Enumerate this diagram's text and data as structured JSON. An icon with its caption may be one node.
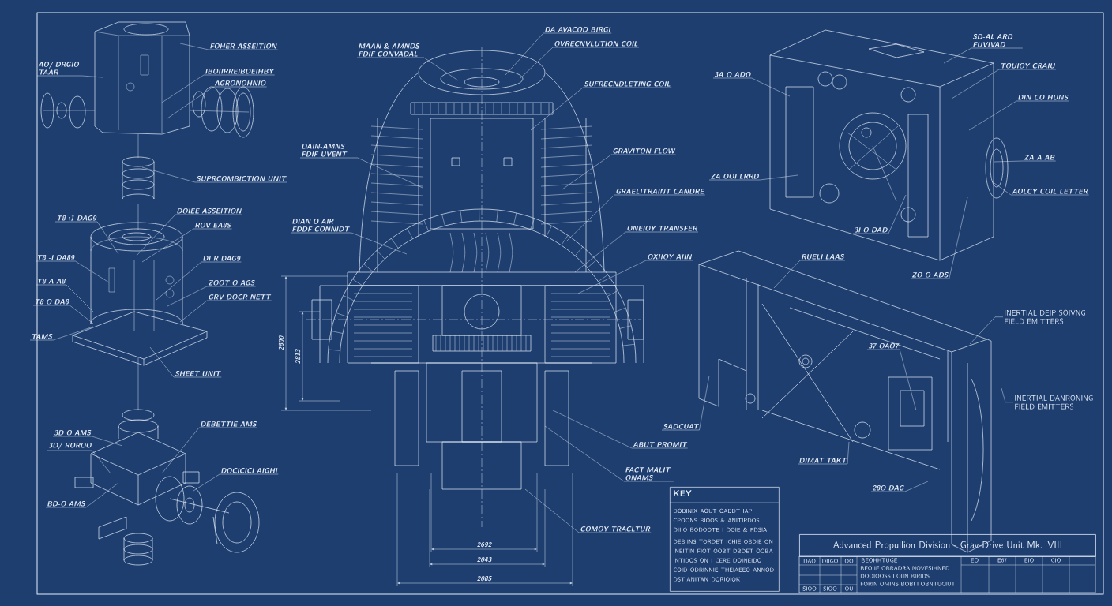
{
  "diagram": {
    "title": "Advanced Propullion Division - Grav-Drive Unit Mk. VIII",
    "nodes": [
      {
        "text": [
          "AO/ DRGIO TAAR"
        ]
      },
      {
        "text": [
          "FOHER ASSEITION"
        ]
      },
      {
        "text": [
          "IBOIIRREIBDEIHBY"
        ]
      },
      {
        "text": [
          "AGRONOHNIO"
        ]
      },
      {
        "text": [
          "SUPRCOMBICTION UNIT"
        ]
      },
      {
        "text": [
          "DOIEE ASSEITION"
        ]
      },
      {
        "text": [
          "ROV EA8S"
        ]
      },
      {
        "text": [
          "T8 :1 DAG9"
        ]
      },
      {
        "text": [
          "T8 -I DA89"
        ]
      },
      {
        "text": [
          "DI R DAG9"
        ]
      },
      {
        "text": [
          "T8 A A8"
        ]
      },
      {
        "text": [
          "ZOOT O AGS"
        ]
      },
      {
        "text": [
          "T8 O DA8"
        ]
      },
      {
        "text": [
          "GRV DOCR NETT"
        ]
      },
      {
        "text": [
          "TAMS"
        ]
      },
      {
        "text": [
          "SHEET UNIT"
        ]
      },
      {
        "text": [
          "3D O AMS"
        ]
      },
      {
        "text": [
          "3D/ ROROO"
        ]
      },
      {
        "text": [
          "BD-O AMS"
        ]
      },
      {
        "text": [
          "DEBETTIE AMS"
        ]
      },
      {
        "text": [
          "DOCICICI AIGHI"
        ]
      },
      {
        "text": [
          "MAAN & AMNDS FDIF CONVADAL"
        ]
      },
      {
        "text": [
          "DA AVACOD BIRGI"
        ]
      },
      {
        "text": [
          "OVRECNVLUTION COIL"
        ]
      },
      {
        "text": [
          "SUFRECNDLETING COIL"
        ]
      },
      {
        "text": [
          "DAIN-AMNS FDIF-UVENT"
        ]
      },
      {
        "text": [
          "GRAVITON FLOW"
        ]
      },
      {
        "text": [
          "GRAELITRAINT CANDRE"
        ]
      },
      {
        "text": [
          "DIAN O AIR FDDF CONNIDT"
        ]
      },
      {
        "text": [
          "ONEIOY TRANSFER"
        ]
      },
      {
        "text": [
          "OXIIOY AIIN"
        ]
      },
      {
        "text": [
          "ABUT PROMIT"
        ]
      },
      {
        "text": [
          "FACT MALIT ONAMS"
        ]
      },
      {
        "text": [
          "COMOY TRACLTUR"
        ]
      },
      {
        "text": [
          "SD-AL ARD FUVIVAD"
        ]
      },
      {
        "text": [
          "TOUIOY CRAIU"
        ]
      },
      {
        "text": [
          "DIN CO HUNS"
        ]
      },
      {
        "text": [
          "3A O ADO"
        ]
      },
      {
        "text": [
          "ZA OOI LRRD"
        ]
      },
      {
        "text": [
          "ZA A AB"
        ]
      },
      {
        "text": [
          "AOLCY COIL LETTER"
        ]
      },
      {
        "text": [
          "3I O DAD"
        ]
      },
      {
        "text": [
          "ZO O ADS"
        ]
      },
      {
        "text": [
          "RUELI LAAS"
        ]
      },
      {
        "text": [
          "INERTIAL DEIP SOIVNG FIELD EMITTERS"
        ]
      },
      {
        "text": [
          "SADCUAT"
        ]
      },
      {
        "text": [
          "37 OAO7"
        ]
      },
      {
        "text": [
          "INERTIAL DANRONING FIELD EMITTERS"
        ]
      },
      {
        "text": [
          "DIMAT TAKT"
        ]
      },
      {
        "text": [
          "28O DAG"
        ]
      },
      {
        "text": [
          "KEY",
          "DOBINIX AOUT OABDT IAP CPOONS BIOOS & ANITIRDOS DIIIO BODOOTE I DOIE & FDSIA",
          "DEBIINS TORDET ICHIE OBDIE ON INEITIN FIOT OOBT DBDET OOBA INTIDOS ON I CERE DOINEIDO COID ODRINNIE THEIAEEO ANNOD DSTIANITAN DORIOIOK"
        ]
      }
    ],
    "edges": [
      {
        "from": 0,
        "to": null,
        "arrow": "none"
      },
      {
        "from": 1,
        "to": null,
        "arrow": "none"
      },
      {
        "from": 2,
        "to": null,
        "arrow": "none"
      },
      {
        "from": 3,
        "to": null,
        "arrow": "none"
      },
      {
        "from": 4,
        "to": null,
        "arrow": "none"
      },
      {
        "from": 5,
        "to": null,
        "arrow": "none"
      },
      {
        "from": 6,
        "to": null,
        "arrow": "none"
      },
      {
        "from": 7,
        "to": null,
        "arrow": "none"
      },
      {
        "from": 8,
        "to": null,
        "arrow": "none"
      },
      {
        "from": 9,
        "to": null,
        "arrow": "none"
      },
      {
        "from": 10,
        "to": null,
        "arrow": "none"
      },
      {
        "from": 11,
        "to": null,
        "arrow": "none"
      },
      {
        "from": 12,
        "to": null,
        "arrow": "none"
      },
      {
        "from": 13,
        "to": null,
        "arrow": "none"
      },
      {
        "from": 14,
        "to": null,
        "arrow": "none"
      },
      {
        "from": 15,
        "to": null,
        "arrow": "none"
      },
      {
        "from": 16,
        "to": null,
        "arrow": "none"
      },
      {
        "from": 17,
        "to": null,
        "arrow": "none"
      },
      {
        "from": 18,
        "to": null,
        "arrow": "none"
      },
      {
        "from": 19,
        "to": null,
        "arrow": "none"
      },
      {
        "from": 20,
        "to": null,
        "arrow": "none"
      },
      {
        "from": 21,
        "to": null,
        "arrow": "none"
      },
      {
        "from": 22,
        "to": null,
        "arrow": "none"
      },
      {
        "from": 23,
        "to": null,
        "arrow": "none"
      },
      {
        "from": 24,
        "to": null,
        "arrow": "none"
      },
      {
        "from": 25,
        "to": null,
        "arrow": "none"
      },
      {
        "from": 26,
        "to": null,
        "arrow": "none"
      },
      {
        "from": 27,
        "to": null,
        "arrow": "none"
      },
      {
        "from": 28,
        "to": null,
        "arrow": "none"
      },
      {
        "from": 29,
        "to": null,
        "arrow": "none"
      },
      {
        "from": 30,
        "to": null,
        "arrow": "none"
      },
      {
        "from": 31,
        "to": null,
        "arrow": "none"
      },
      {
        "from": 32,
        "to": null,
        "arrow": "none"
      },
      {
        "from": 33,
        "to": null,
        "arrow": "none"
      },
      {
        "from": 34,
        "to": null,
        "arrow": "none"
      },
      {
        "from": 35,
        "to": null,
        "arrow": "none"
      },
      {
        "from": 36,
        "to": null,
        "arrow": "none"
      },
      {
        "from": 37,
        "to": null,
        "arrow": "none"
      },
      {
        "from": 38,
        "to": null,
        "arrow": "none"
      },
      {
        "from": 39,
        "to": null,
        "arrow": "none"
      },
      {
        "from": 40,
        "to": null,
        "arrow": "none"
      },
      {
        "from": 41,
        "to": null,
        "arrow": "none"
      },
      {
        "from": 42,
        "to": null,
        "arrow": "none"
      },
      {
        "from": 43,
        "to": null,
        "arrow": "none"
      },
      {
        "from": 44,
        "to": null,
        "arrow": "none"
      },
      {
        "from": 45,
        "to": null,
        "arrow": "none"
      },
      {
        "from": 46,
        "to": null,
        "arrow": "none"
      },
      {
        "from": 47,
        "to": null,
        "arrow": "none"
      },
      {
        "from": 48,
        "to": null,
        "arrow": "none"
      },
      {
        "from": 49,
        "to": null,
        "arrow": "none"
      }
    ],
    "labels": [
      "2800",
      "2813",
      "2692",
      "2043",
      "2085",
      "DAO",
      "DIIGO",
      "OO",
      "BEOHHTUGE",
      "EO",
      "E67",
      "EIO",
      "CIO",
      "BEOIIE OBRADRA NOVESIHNED",
      "DOOIOOSS I OIIN BIRIDS",
      "FORIN OMINS BOBI I OBNTUCIUT",
      "SIOO",
      "SIOO",
      "OU"
    ]
  }
}
